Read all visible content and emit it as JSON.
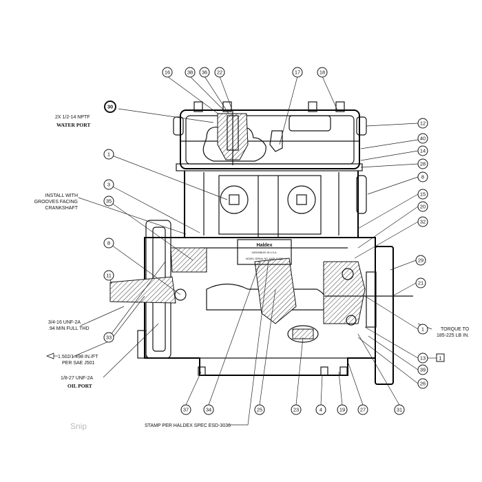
{
  "notes": {
    "water_port_spec": "2X 1/2-14 NPTF",
    "water_port_title": "WATER PORT",
    "install_line1": "INSTALL WITH",
    "install_line2": "GROOVES FACING",
    "install_line3": "CRANKSHAFT",
    "thread_line1": "3/4-16 UNF-2A",
    "thread_line2": ".94 MIN FULL THD",
    "shaft_line1": "1.502/1.498 IN./FT",
    "shaft_line2": "PER SAE J501",
    "oil_spec": "1/8-27 UNF-2A",
    "oil_title": "OIL PORT",
    "torque_line1": "TORQUE TO",
    "torque_line2": "185-225 LB IN.",
    "stamp_note": "STAMP PER HALDEX SPEC ESD-3036"
  },
  "nameplate": {
    "brand": "Haldex",
    "line1": "ASSEMBLED IN U.S.A.",
    "line2": "MODEL  SERIAL NO.  DATE CODE"
  },
  "balloons": {
    "b16": "16",
    "b38": "38",
    "b36": "36",
    "b22": "22",
    "b17": "17",
    "b18": "18",
    "b30": "30",
    "b12": "12",
    "b40": "40",
    "b14": "14",
    "b28": "28",
    "b8r": "8",
    "b15": "15",
    "b20": "20",
    "b32": "32",
    "b29": "29",
    "b21": "21",
    "b1r": "1",
    "b13": "13",
    "b39": "39",
    "b26": "26",
    "b31": "31",
    "b27": "27",
    "b19": "19",
    "b4": "4",
    "b23": "23",
    "b25": "25",
    "b34": "34",
    "b37": "37",
    "b33": "33",
    "b11": "11",
    "b8l": "8",
    "b35": "35",
    "b3": "3",
    "b1l": "1",
    "box1": "1"
  },
  "watermark": "Snip"
}
